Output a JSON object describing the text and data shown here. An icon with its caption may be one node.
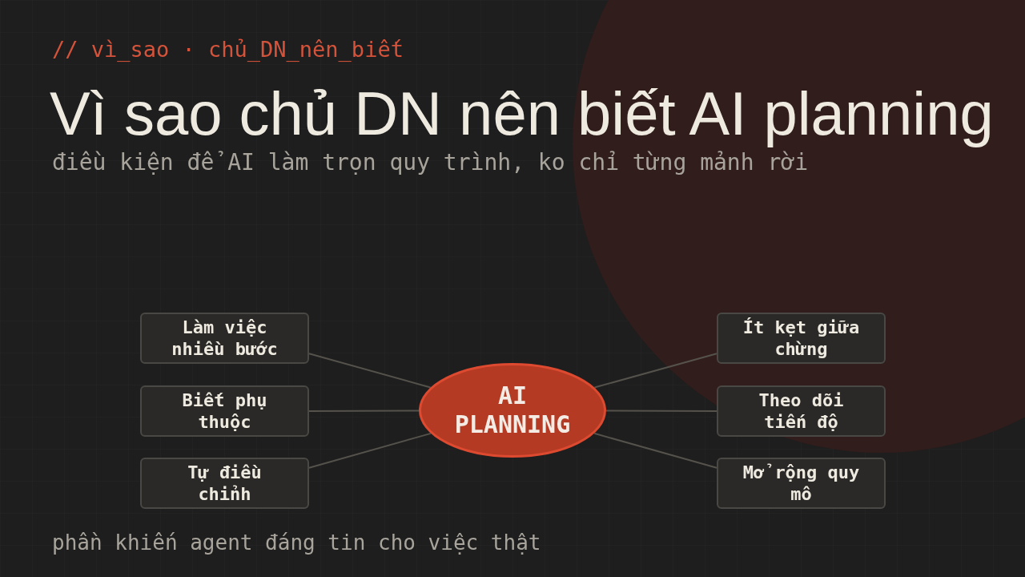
{
  "diagram": {
    "title": "Vì sao chủ DN nên biết AI planning",
    "nodes": [
      {
        "text": [
          "Làm việc nhiều bước"
        ]
      },
      {
        "text": [
          "Ít kẹt giữa chừng"
        ]
      },
      {
        "text": [
          "Biết phụ thuộc"
        ]
      },
      {
        "text": [
          "AI PLANNING"
        ]
      },
      {
        "text": [
          "Theo dõi tiến độ"
        ]
      },
      {
        "text": [
          "Tự điều chỉnh"
        ]
      },
      {
        "text": [
          "Mở rộng quy mô"
        ]
      }
    ],
    "edges": [
      {
        "from": 3,
        "to": 0,
        "arrow": "none"
      },
      {
        "from": 3,
        "to": 2,
        "arrow": "none"
      },
      {
        "from": 3,
        "to": 5,
        "arrow": "none"
      },
      {
        "from": 3,
        "to": 1,
        "arrow": "none"
      },
      {
        "from": 3,
        "to": 4,
        "arrow": "none"
      },
      {
        "from": 3,
        "to": 6,
        "arrow": "none"
      }
    ],
    "labels": [
      "// vì_sao · chủ_DN_nên_biết",
      "điều kiện để AI làm trọn quy trình, ko chỉ từng mảnh rời",
      "phần khiến agent đáng tin cho việc thật"
    ]
  }
}
